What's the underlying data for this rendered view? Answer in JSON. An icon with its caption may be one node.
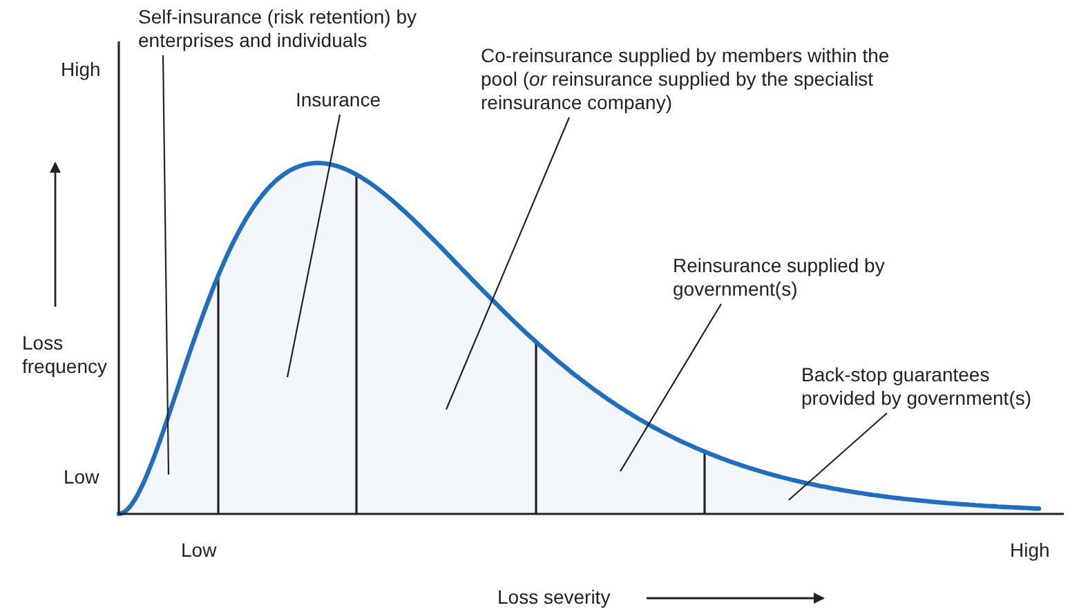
{
  "diagram": {
    "nodes": [
      {
        "text": [
          "Self-insurance (risk retention) by enterprises and individuals"
        ]
      },
      {
        "text": [
          "Insurance"
        ]
      },
      {
        "text": [
          "Co-reinsurance supplied by members within the pool (*or* reinsurance supplied by the specialist reinsurance company)"
        ]
      },
      {
        "text": [
          "Reinsurance supplied by government(s)"
        ]
      },
      {
        "text": [
          "Back-stop guarantees provided by government(s)"
        ]
      },
      {
        "text": [],
        "shape": "area"
      },
      {
        "text": [],
        "shape": "area"
      },
      {
        "text": [],
        "shape": "area"
      },
      {
        "text": [],
        "shape": "area"
      },
      {
        "text": [],
        "shape": "area"
      }
    ],
    "edges": [
      {
        "from": 0,
        "to": 5,
        "arrow": "none"
      },
      {
        "from": 1,
        "to": 6,
        "arrow": "none"
      },
      {
        "from": 2,
        "to": 7,
        "arrow": "none"
      },
      {
        "from": 3,
        "to": 8,
        "arrow": "none"
      },
      {
        "from": 4,
        "to": 9,
        "arrow": "none"
      }
    ],
    "labels": [
      "High",
      "Loss frequency",
      "Low",
      "Low",
      "High",
      "Loss severity"
    ]
  }
}
